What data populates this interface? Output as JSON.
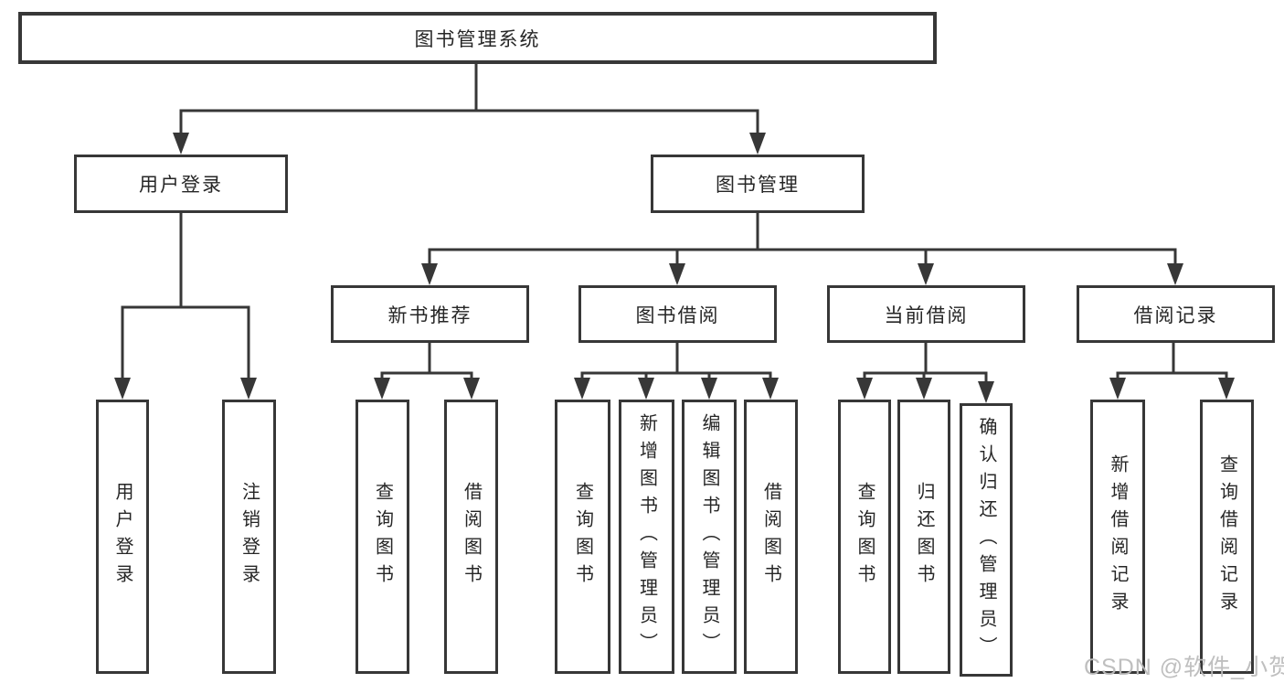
{
  "diagram": {
    "root": {
      "label": "图书管理系统"
    },
    "level2": [
      {
        "label": "用户登录"
      },
      {
        "label": "图书管理"
      }
    ],
    "level3": [
      {
        "label": "新书推荐"
      },
      {
        "label": "图书借阅"
      },
      {
        "label": "当前借阅"
      },
      {
        "label": "借阅记录"
      }
    ],
    "leaves": {
      "user_login": [
        {
          "label": "用户登录"
        },
        {
          "label": "注销登录"
        }
      ],
      "new_book_recommend": [
        {
          "label": "查询图书"
        },
        {
          "label": "借阅图书"
        }
      ],
      "book_borrow": [
        {
          "label": "查询图书"
        },
        {
          "label": "新增图书（管理员）"
        },
        {
          "label": "编辑图书（管理员）"
        },
        {
          "label": "借阅图书"
        }
      ],
      "current_borrow": [
        {
          "label": "查询图书"
        },
        {
          "label": "归还图书"
        },
        {
          "label": "确认归还（管理员）"
        }
      ],
      "borrow_records": [
        {
          "label": "新增借阅记录"
        },
        {
          "label": "查询借阅记录"
        }
      ]
    }
  },
  "watermark": {
    "text": "CSDN @软件_小贺同学",
    "color": "#bcbcbc"
  },
  "colors": {
    "line": "#373737",
    "text": "#262626",
    "background": "#ffffff"
  }
}
